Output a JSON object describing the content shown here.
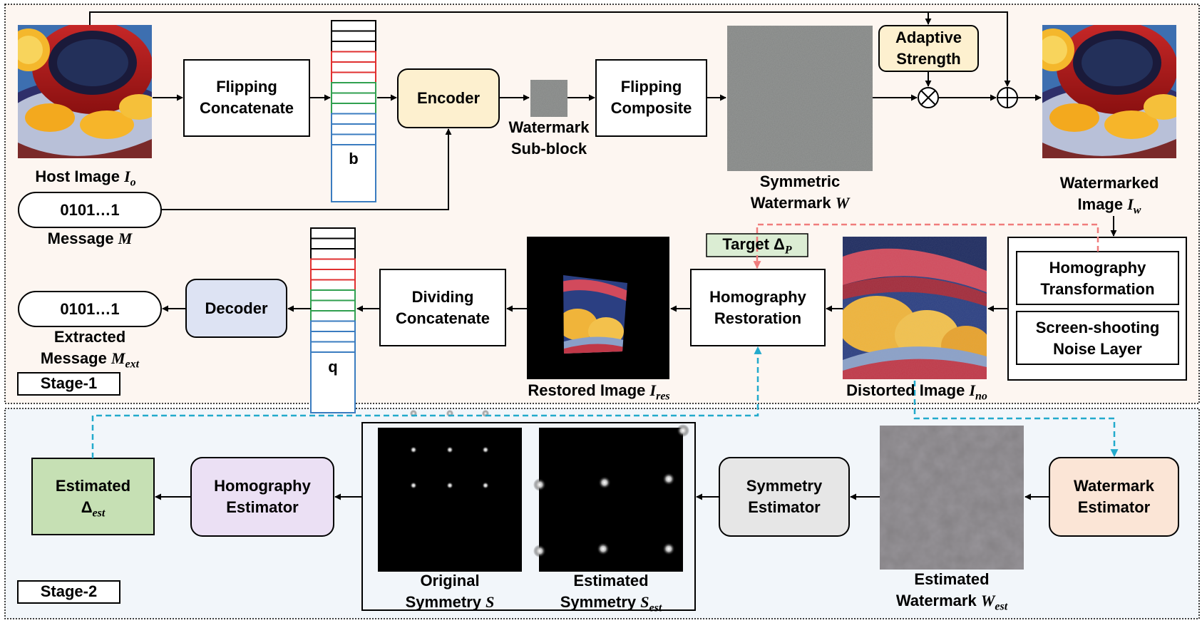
{
  "stage1": {
    "tag": "Stage-1",
    "host_image": {
      "name": "Host Image",
      "symbol": "I",
      "sub": "o"
    },
    "message": {
      "value": "0101…1",
      "name": "Message",
      "symbol": "M"
    },
    "flipping_concatenate": [
      "Flipping",
      "Concatenate"
    ],
    "bit_stack_b": "b",
    "encoder": "Encoder",
    "watermark_subblock": [
      "Watermark",
      "Sub-block"
    ],
    "flipping_composite": [
      "Flipping",
      "Composite"
    ],
    "symmetric_watermark": {
      "line1": "Symmetric",
      "line2": "Watermark",
      "symbol": "W"
    },
    "adaptive_strength": [
      "Adaptive",
      "Strength"
    ],
    "watermarked_image": {
      "line1": "Watermarked",
      "line2": "Image",
      "symbol": "I",
      "sub": "w"
    },
    "homography_transformation": [
      "Homography",
      "Transformation"
    ],
    "screen_shooting_noise": [
      "Screen-shooting",
      "Noise Layer"
    ],
    "distorted_image": {
      "name": "Distorted Image",
      "symbol": "I",
      "sub": "no"
    },
    "target": {
      "text": "Target Δ",
      "sub": "P"
    },
    "homography_restoration": [
      "Homography",
      "Restoration"
    ],
    "restored_image": {
      "name": "Restored Image",
      "symbol": "I",
      "sub": "res"
    },
    "dividing_concatenate": [
      "Dividing",
      "Concatenate"
    ],
    "bit_stack_q": "q",
    "decoder": "Decoder",
    "extracted_message": {
      "value": "0101…1",
      "line1": "Extracted",
      "line2": "Message",
      "symbol": "M",
      "sub": "ext"
    }
  },
  "stage2": {
    "tag": "Stage-2",
    "estimated_delta": {
      "line1": "Estimated",
      "symbol": "Δ",
      "sub": "est"
    },
    "homography_estimator": [
      "Homography",
      "Estimator"
    ],
    "original_symmetry": {
      "line1": "Original",
      "line2": "Symmetry",
      "symbol": "S"
    },
    "estimated_symmetry": {
      "line1": "Estimated",
      "line2": "Symmetry",
      "symbol": "S",
      "sub": "est"
    },
    "symmetry_estimator": [
      "Symmetry",
      "Estimator"
    ],
    "estimated_watermark": {
      "line1": "Estimated",
      "line2": "Watermark",
      "symbol": "W",
      "sub": "est"
    },
    "watermark_estimator": [
      "Watermark",
      "Estimator"
    ]
  },
  "colors": {
    "stage1_bg": "#fdf6f1",
    "stage2_bg": "#f2f6fa",
    "encoder_fill": "#fdf0cf",
    "decoder_fill": "#dde3f3",
    "adaptive_fill": "#fdf0cf",
    "target_fill": "#dbedd3",
    "estimated_delta_fill": "#c6e0b4",
    "homography_estimator_fill": "#ebe0f4",
    "symmetry_estimator_fill": "#e6e6e6",
    "watermark_estimator_fill": "#fbe5d6",
    "red_dashed": "#f07c7c",
    "blue_dashed": "#22aacc",
    "stack_black": "#000000",
    "stack_red": "#e03030",
    "stack_green": "#30a050",
    "stack_blue": "#3a7cc0"
  }
}
